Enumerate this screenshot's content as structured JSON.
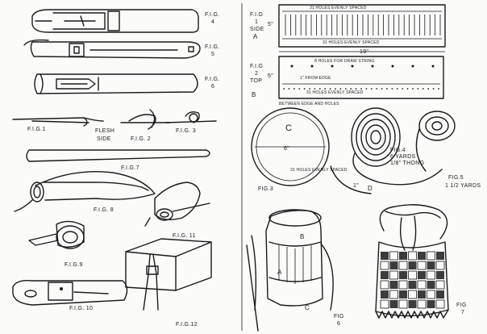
{
  "left_page": {
    "figures": {
      "fig4": "F.I.G.",
      "fig4_num": "4",
      "fig5": "F.I.G.",
      "fig5_num": "5",
      "fig6": "F.I.G.",
      "fig6_num": "6",
      "fig1": "F.I.G.1",
      "flesh": "FLESH",
      "side": "SIDE",
      "fig2": "F.I.G. 2",
      "fig3": "F.I.G. 3",
      "fig7": "F.I.G.7",
      "fig8": "F.I.G. 8",
      "fig9": "F.I.G.9",
      "fig11": "F.I.G. 11",
      "fig10": "F.I.G. 10",
      "fig12": "F.I.G.12"
    }
  },
  "right_page": {
    "fig1_label": "F.I.G",
    "fig1_num": "1",
    "fig1_side": "SIDE",
    "fig1_a": "A",
    "fig1_dim": "5\"",
    "holes_top": "31 HOLES EVENLY SPACED",
    "holes_mid": "31 HOLES EVENLY SPACED",
    "width_19": "19\"",
    "drawstring": "8 HOLES FOR DRAW STRING",
    "from_edge": "1\" FROM EDGE",
    "fig2_label": "F.I.G",
    "fig2_num": "2",
    "fig2_top": "TOP",
    "fig2_b": "B",
    "fig2_dim": "5\"",
    "holes_bottom": "31 HOLES EVENLY SPACED",
    "between_edge": "BETWEEN EDGE AND HOLES",
    "circle_c": "C",
    "circle_dim": "6\"",
    "circle_holes": "31 HOLES EVENLY SPACED",
    "fig3": "FIG.3",
    "fig4_label": "FIG.4",
    "fig4_yards": "6 YARDS",
    "fig4_thong": "1/8\" THONG",
    "fig4_d": "D",
    "fig4_one": "1\"",
    "fig5_label": "FIG.5",
    "fig5_yards": "1 1/2 YARDS",
    "fig_b_label": "B",
    "fig_a_label": "A",
    "fig_c_label": "C",
    "fig6_label": "FIG",
    "fig6_num": "6",
    "fig7_label": "FIG",
    "fig7_num": "7"
  }
}
